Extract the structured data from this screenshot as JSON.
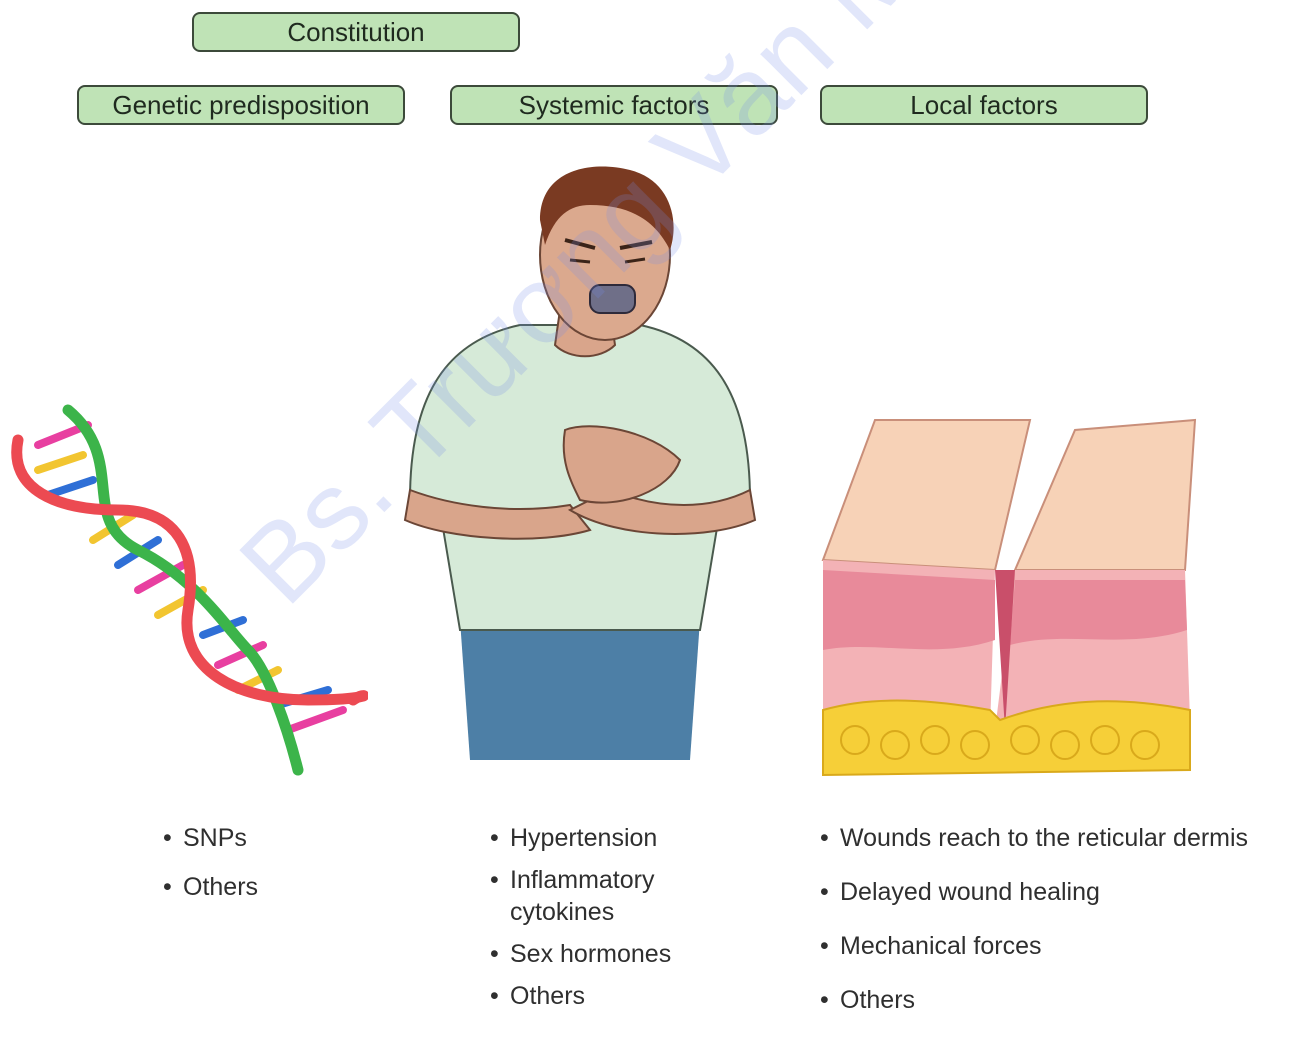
{
  "header": {
    "title": "Constitution"
  },
  "categories": [
    {
      "label": "Genetic predisposition"
    },
    {
      "label": "Systemic factors"
    },
    {
      "label": "Local factors"
    }
  ],
  "lists": {
    "genetic": [
      "SNPs",
      "Others"
    ],
    "systemic": [
      "Hypertension",
      "Inflammatory cytokines",
      "Sex hormones",
      "Others"
    ],
    "local": [
      "Wounds reach to the reticular dermis",
      "Delayed wound healing",
      "Mechanical forces",
      "Others"
    ]
  },
  "watermark": "Bs. Trương Văn Minh Vũ",
  "icons": [
    "dna-icon",
    "chest-pain-person-icon",
    "skin-wound-icon"
  ],
  "colors": {
    "box_fill": "#bfe3b6",
    "box_border": "#3c4a3a",
    "watermark": "#8ca0e6"
  }
}
